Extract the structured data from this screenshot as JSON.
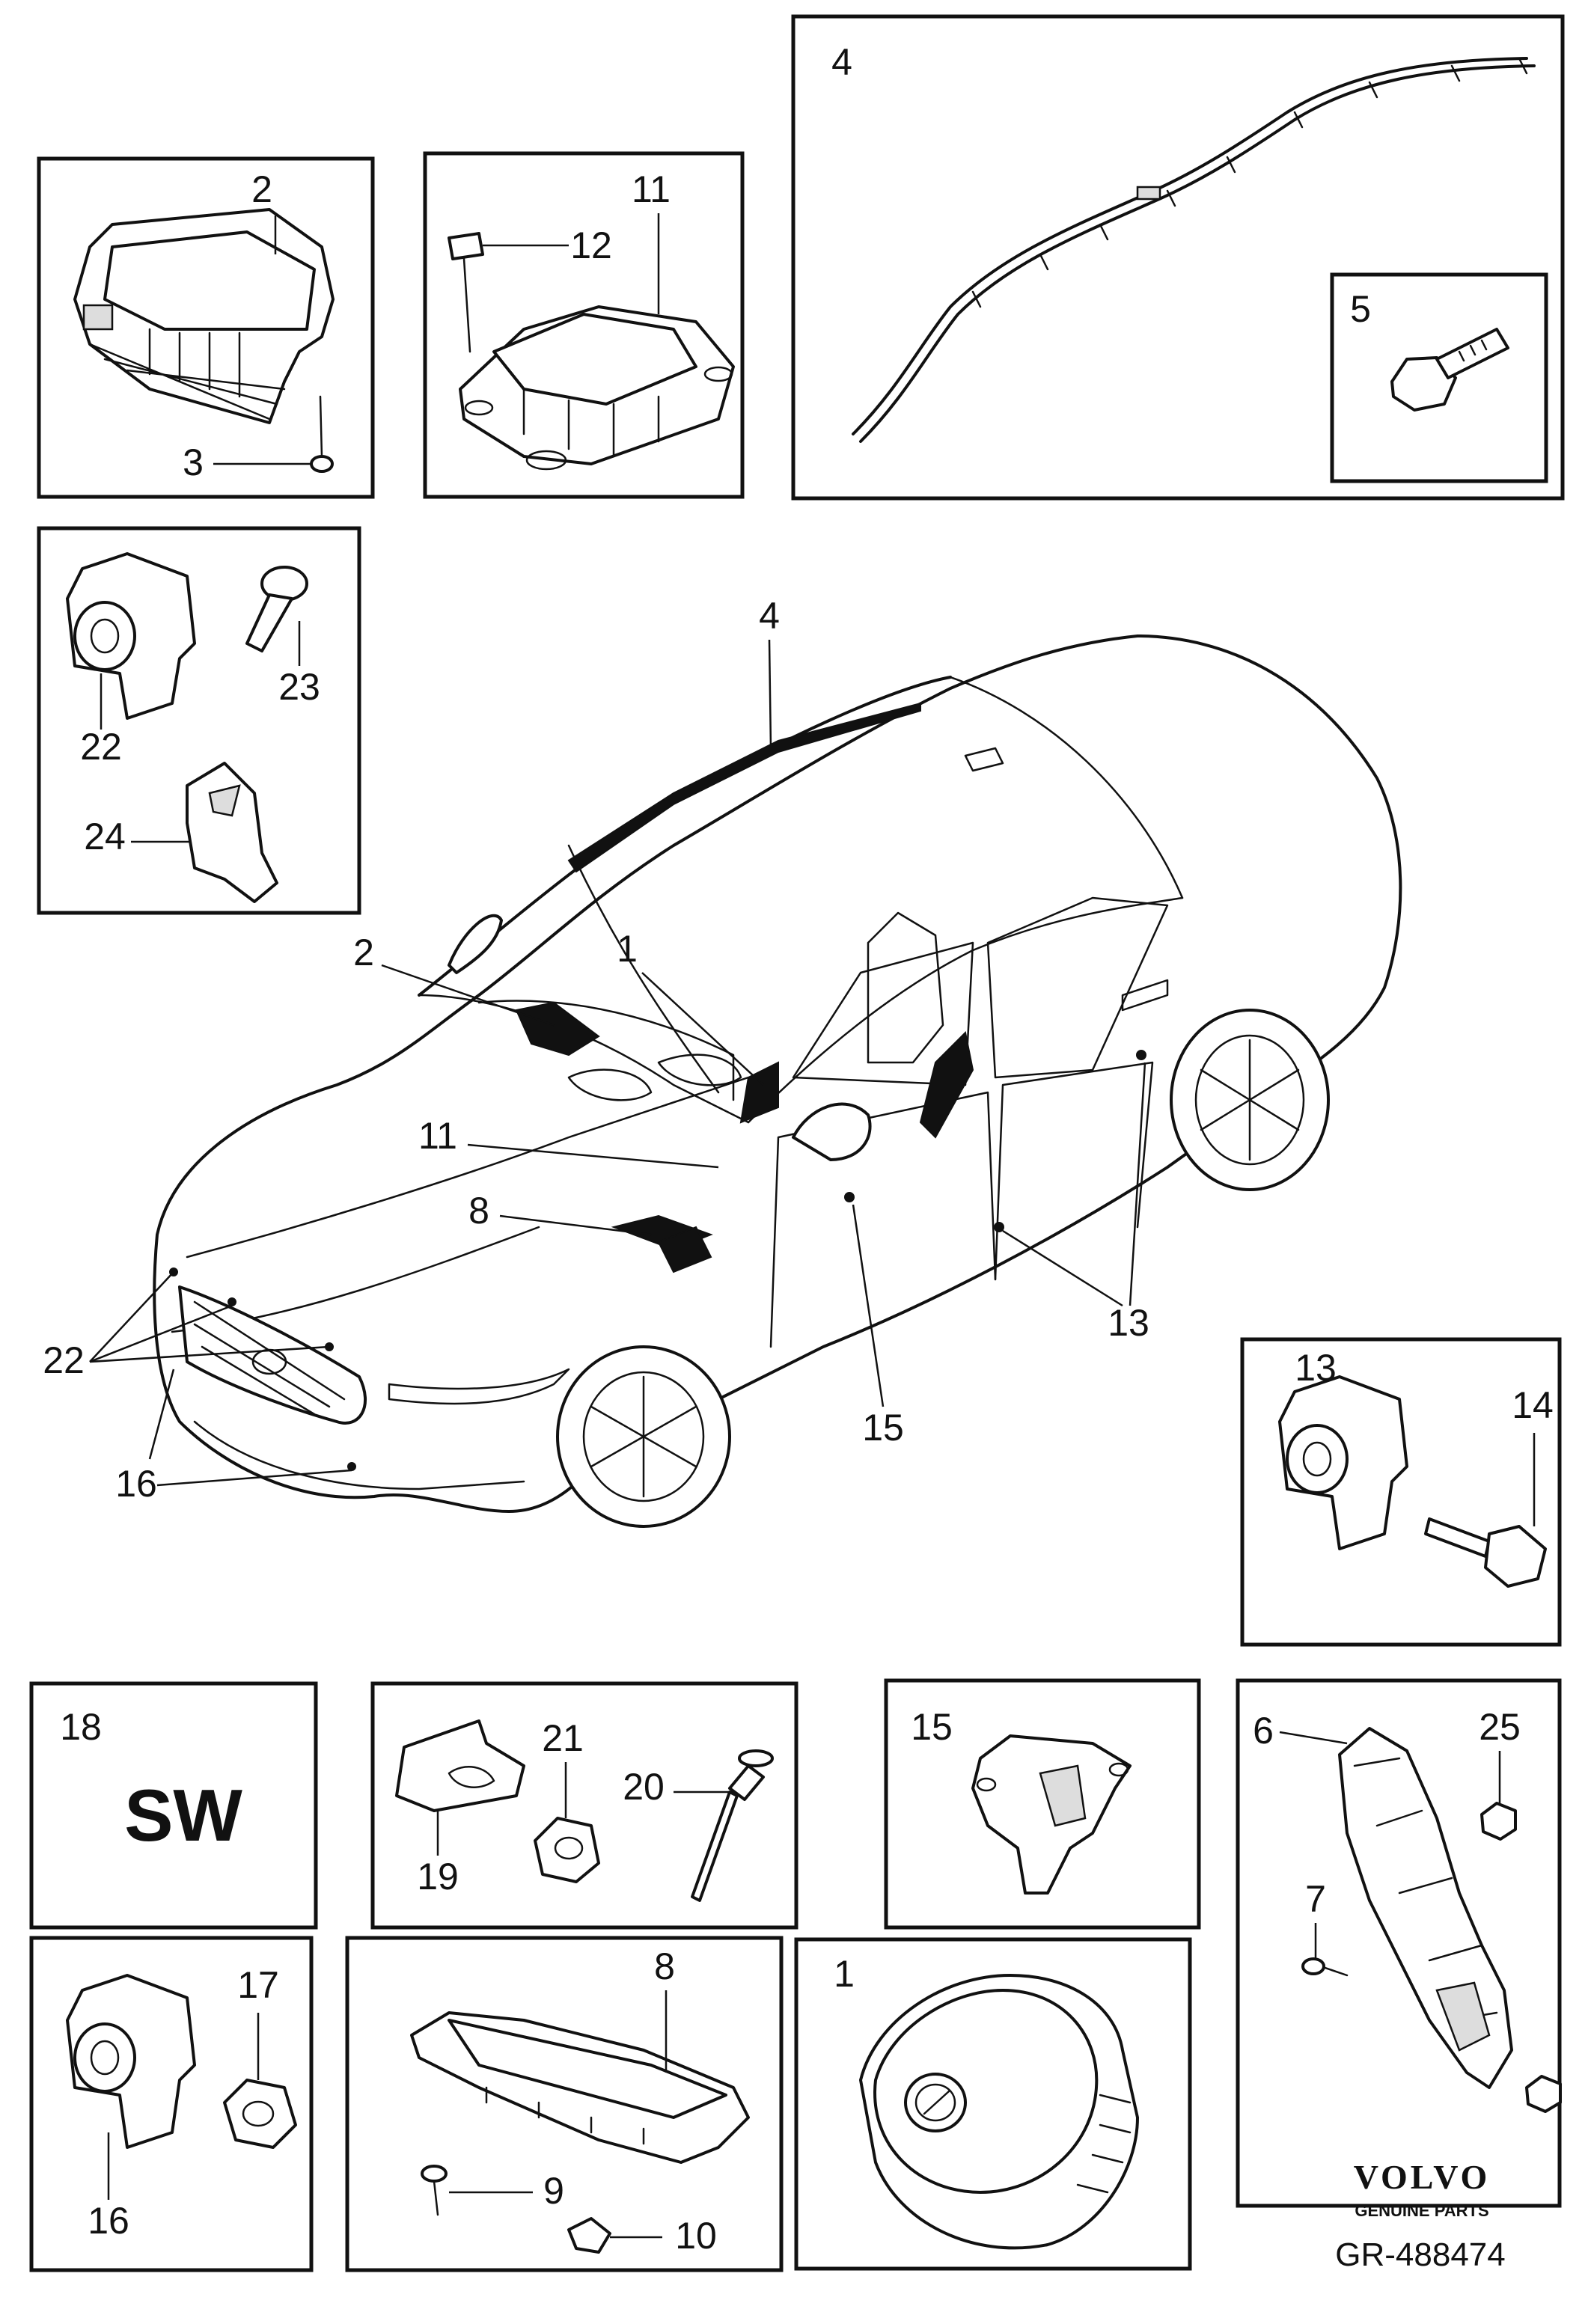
{
  "diagram": {
    "catalog_reference": "GR-488474",
    "brand": {
      "name": "VOLVO",
      "tagline": "GENUINE PARTS"
    },
    "callouts": {
      "p1": "1",
      "p2": "2",
      "p3": "3",
      "p4": "4",
      "p5": "5",
      "p6": "6",
      "p7": "7",
      "p8": "8",
      "p9": "9",
      "p10": "10",
      "p11": "11",
      "p12": "12",
      "p13": "13",
      "p14": "14",
      "p15": "15",
      "p16": "16",
      "p17": "17",
      "p18": "18",
      "p19": "19",
      "p20": "20",
      "p21": "21",
      "p22": "22",
      "p23": "23",
      "p24": "24",
      "p25": "25"
    },
    "software_box_text": "SW"
  }
}
